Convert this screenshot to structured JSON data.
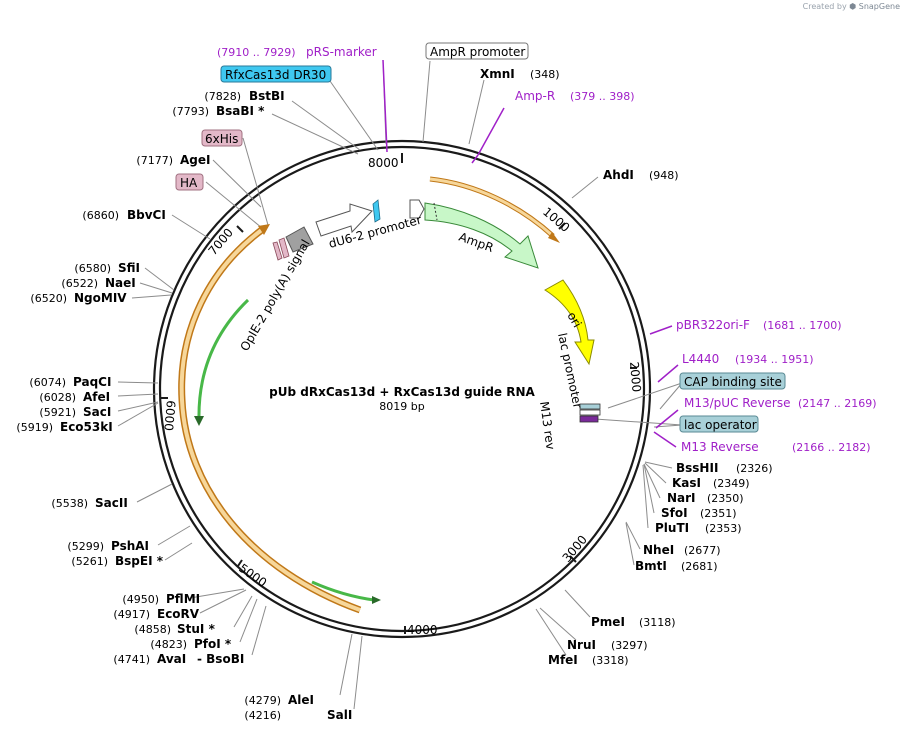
{
  "watermark": {
    "prefix": "Created by",
    "brand": "SnapGene"
  },
  "title": "pUb dRxCas13d + RxCas13d guide RNA",
  "length_label": "8019 bp",
  "ticks": [
    "1000",
    "2000",
    "3000",
    "4000",
    "5000",
    "6000",
    "7000",
    "8000"
  ],
  "enzymes": [
    {
      "name": "XmnI",
      "pos": "(348)"
    },
    {
      "name": "AhdI",
      "pos": "(948)"
    },
    {
      "name": "BssHII",
      "pos": "(2326)"
    },
    {
      "name": "KasI",
      "pos": "(2349)"
    },
    {
      "name": "NarI",
      "pos": "(2350)"
    },
    {
      "name": "SfoI",
      "pos": "(2351)"
    },
    {
      "name": "PluTI",
      "pos": "(2353)"
    },
    {
      "name": "NheI",
      "pos": "(2677)"
    },
    {
      "name": "BmtI",
      "pos": "(2681)"
    },
    {
      "name": "PmeI",
      "pos": "(3118)"
    },
    {
      "name": "NruI",
      "pos": "(3297)"
    },
    {
      "name": "MfeI",
      "pos": "(3318)"
    },
    {
      "name": "SalI",
      "pos": "(4216)"
    },
    {
      "name": "AleI",
      "pos": "(4279)"
    },
    {
      "name": "AvaI",
      "pos": "(4741)"
    },
    {
      "name": "- BsoBI",
      "pos": ""
    },
    {
      "name": "PfoI *",
      "pos": "(4823)"
    },
    {
      "name": "StuI *",
      "pos": "(4858)"
    },
    {
      "name": "EcoRV",
      "pos": "(4917)"
    },
    {
      "name": "PflMI",
      "pos": "(4950)"
    },
    {
      "name": "BspEI *",
      "pos": "(5261)"
    },
    {
      "name": "PshAI",
      "pos": "(5299)"
    },
    {
      "name": "SacII",
      "pos": "(5538)"
    },
    {
      "name": "Eco53kI",
      "pos": "(5919)"
    },
    {
      "name": "SacI",
      "pos": "(5921)"
    },
    {
      "name": "AfeI",
      "pos": "(6028)"
    },
    {
      "name": "PaqCI",
      "pos": "(6074)"
    },
    {
      "name": "NgoMIV",
      "pos": "(6520)"
    },
    {
      "name": "NaeI",
      "pos": "(6522)"
    },
    {
      "name": "SfiI",
      "pos": "(6580)"
    },
    {
      "name": "BbvCI",
      "pos": "(6860)"
    },
    {
      "name": "AgeI",
      "pos": "(7177)"
    },
    {
      "name": "BsaBI *",
      "pos": "(7793)"
    },
    {
      "name": "BstBI",
      "pos": "(7828)"
    }
  ],
  "primers": [
    {
      "name": "pRS-marker",
      "range": "(7910 .. 7929)"
    },
    {
      "name": "Amp-R",
      "range": "(379 .. 398)"
    },
    {
      "name": "pBR322ori-F",
      "range": "(1681 .. 1700)"
    },
    {
      "name": "L4440",
      "range": "(1934 .. 1951)"
    },
    {
      "name": "M13/pUC Reverse",
      "range": "(2147 .. 2169)"
    },
    {
      "name": "M13 Reverse",
      "range": "(2166 .. 2182)"
    }
  ],
  "boxed_features": [
    {
      "name": "AmpR promoter",
      "color": "#ffffff"
    },
    {
      "name": "RfxCas13d DR30",
      "color": "#3fc8f0"
    },
    {
      "name": "6xHis",
      "color": "#e3b8c8"
    },
    {
      "name": "HA",
      "color": "#e3b8c8"
    },
    {
      "name": "CAP binding site",
      "color": "#a8d0d8"
    },
    {
      "name": "lac operator",
      "color": "#a8d0d8"
    }
  ],
  "feature_labels": [
    {
      "name": "AmpR"
    },
    {
      "name": "ori"
    },
    {
      "name": "lac promoter"
    },
    {
      "name": "M13 rev"
    },
    {
      "name": "dU6-2 promoter"
    },
    {
      "name": "OpIE-2 poly(A) signal"
    }
  ],
  "colors": {
    "backbone": "#1a1a1a",
    "ampr": "#c8f7c8",
    "ori": "#ffff00",
    "orf_orange": "#f7d79a",
    "orf_outline": "#c07818",
    "green_arrow": "#48b848",
    "primer": "#a020c8",
    "cyan": "#3fc8f0",
    "pink": "#e3b8c8",
    "lac": "#a8d0d8"
  }
}
